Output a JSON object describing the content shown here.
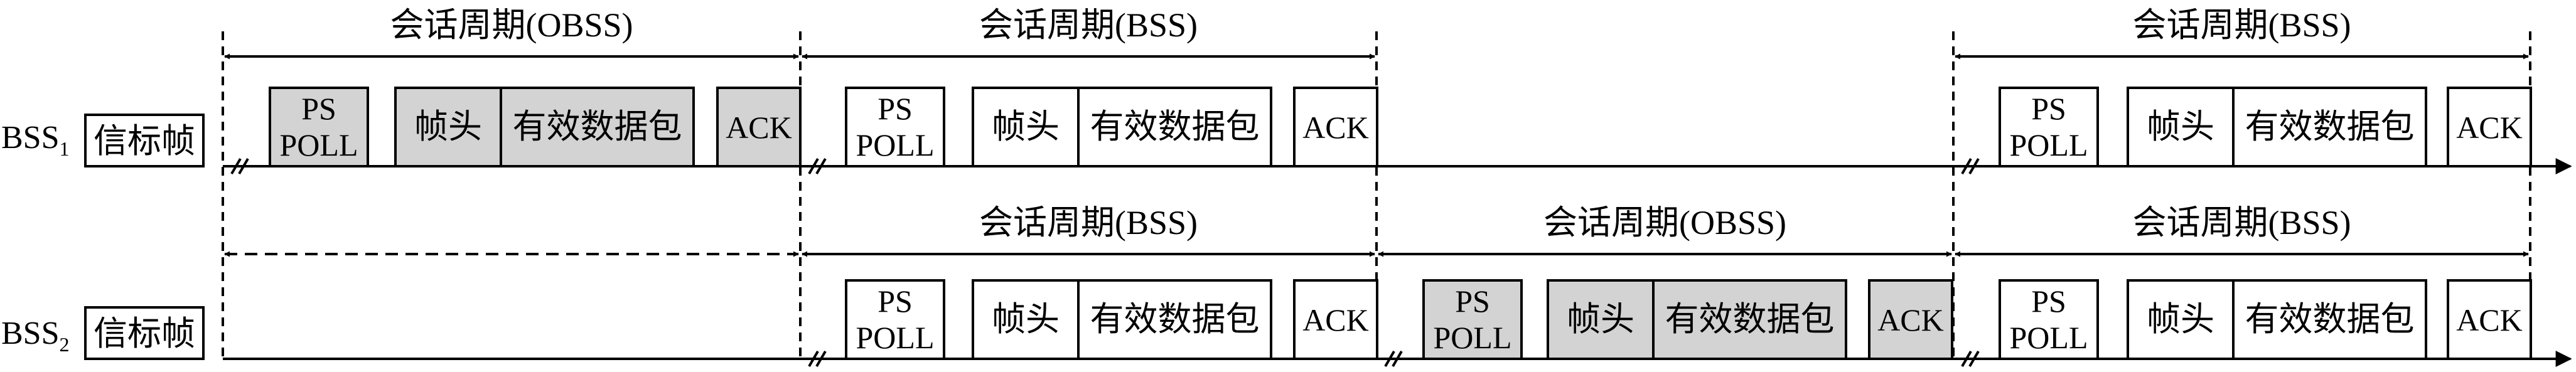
{
  "rows": [
    {
      "name": "BSS",
      "subscript": "1",
      "beacon": "信标帧",
      "periods": [
        {
          "label": "会话周期(OBSS)",
          "dashed": false
        },
        {
          "label": "会话周期(BSS)",
          "dashed": false
        },
        {
          "label": "会话周期(BSS)",
          "dashed": false
        }
      ],
      "blocks": [
        {
          "kind": "ps",
          "line1": "PS",
          "line2": "POLL",
          "shaded": true
        },
        {
          "kind": "data",
          "head": "帧头",
          "payload": "有效数据包",
          "shaded": true
        },
        {
          "kind": "ack",
          "text": "ACK",
          "shaded": true
        },
        {
          "kind": "ps",
          "line1": "PS",
          "line2": "POLL",
          "shaded": false
        },
        {
          "kind": "data",
          "head": "帧头",
          "payload": "有效数据包",
          "shaded": false
        },
        {
          "kind": "ack",
          "text": "ACK",
          "shaded": false
        },
        {
          "kind": "ps",
          "line1": "PS",
          "line2": "POLL",
          "shaded": false
        },
        {
          "kind": "data",
          "head": "帧头",
          "payload": "有效数据包",
          "shaded": false
        },
        {
          "kind": "ack",
          "text": "ACK",
          "shaded": false
        }
      ]
    },
    {
      "name": "BSS",
      "subscript": "2",
      "beacon": "信标帧",
      "periods": [
        {
          "label": "",
          "dashed": true
        },
        {
          "label": "会话周期(BSS)",
          "dashed": false
        },
        {
          "label": "会话周期(OBSS)",
          "dashed": false
        },
        {
          "label": "会话周期(BSS)",
          "dashed": false
        }
      ],
      "blocks": [
        {
          "kind": "ps",
          "line1": "PS",
          "line2": "POLL",
          "shaded": false
        },
        {
          "kind": "data",
          "head": "帧头",
          "payload": "有效数据包",
          "shaded": false
        },
        {
          "kind": "ack",
          "text": "ACK",
          "shaded": false
        },
        {
          "kind": "ps",
          "line1": "PS",
          "line2": "POLL",
          "shaded": true
        },
        {
          "kind": "data",
          "head": "帧头",
          "payload": "有效数据包",
          "shaded": true
        },
        {
          "kind": "ack",
          "text": "ACK",
          "shaded": true
        },
        {
          "kind": "ps",
          "line1": "PS",
          "line2": "POLL",
          "shaded": false
        },
        {
          "kind": "data",
          "head": "帧头",
          "payload": "有效数据包",
          "shaded": false
        },
        {
          "kind": "ack",
          "text": "ACK",
          "shaded": false
        }
      ]
    }
  ],
  "colors": {
    "shade": "#d3d3d3",
    "line": "#000000",
    "fill": "#ffffff"
  }
}
